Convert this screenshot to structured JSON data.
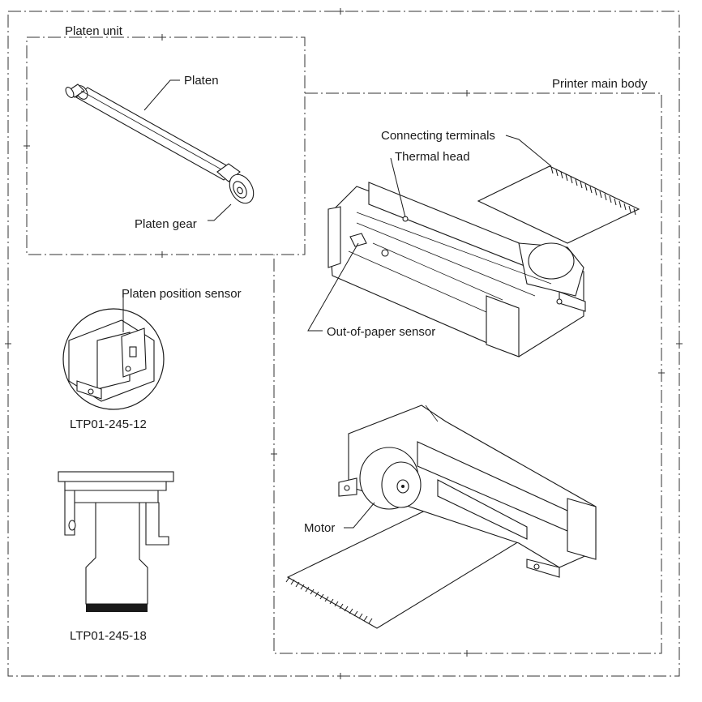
{
  "labels": {
    "platen_unit": "Platen unit",
    "platen": "Platen",
    "platen_gear": "Platen gear",
    "printer_main_body": "Printer main body",
    "connecting_terminals": "Connecting terminals",
    "thermal_head": "Thermal head",
    "out_of_paper_sensor": "Out-of-paper sensor",
    "platen_position_sensor": "Platen position sensor",
    "ltp_12": "LTP01-245-12",
    "ltp_18": "LTP01-245-18",
    "motor": "Motor"
  }
}
